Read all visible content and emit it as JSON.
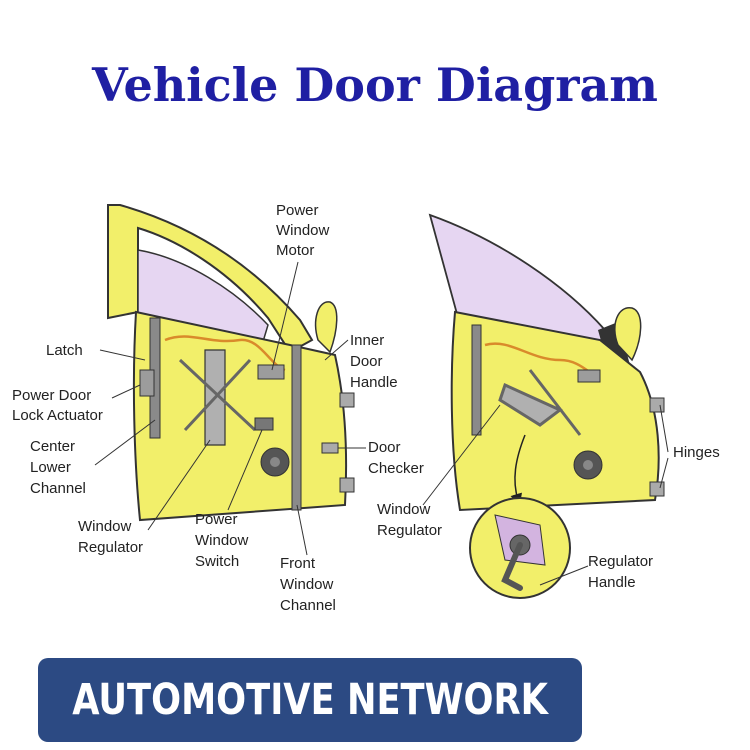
{
  "title": "Vehicle Door Diagram",
  "labels": {
    "power_window_motor": [
      "Power",
      "Window",
      "Motor"
    ],
    "inner_door_handle": [
      "Inner",
      "Door",
      "Handle"
    ],
    "latch": [
      "Latch"
    ],
    "power_door_lock_actuator": [
      "Power Door",
      "Lock Actuator"
    ],
    "center_lower_channel": [
      "Center",
      "Lower",
      "Channel"
    ],
    "door_checker": [
      "Door",
      "Checker"
    ],
    "window_regulator_left": [
      "Window",
      "Regulator"
    ],
    "power_window_switch": [
      "Power",
      "Window",
      "Switch"
    ],
    "front_window_channel": [
      "Front",
      "Window",
      "Channel"
    ],
    "window_regulator_right": [
      "Window",
      "Regulator"
    ],
    "hinges": [
      "Hinges"
    ],
    "regulator_handle": [
      "Regulator",
      "Handle"
    ]
  },
  "banner": "AUTOMOTIVE NETWORK",
  "colors": {
    "title": "#1f1fa3",
    "door_yellow": "#f2ef6a",
    "glass": "#e6d6f2",
    "banner_bg": "#2c4a83",
    "banner_text": "#ffffff"
  }
}
